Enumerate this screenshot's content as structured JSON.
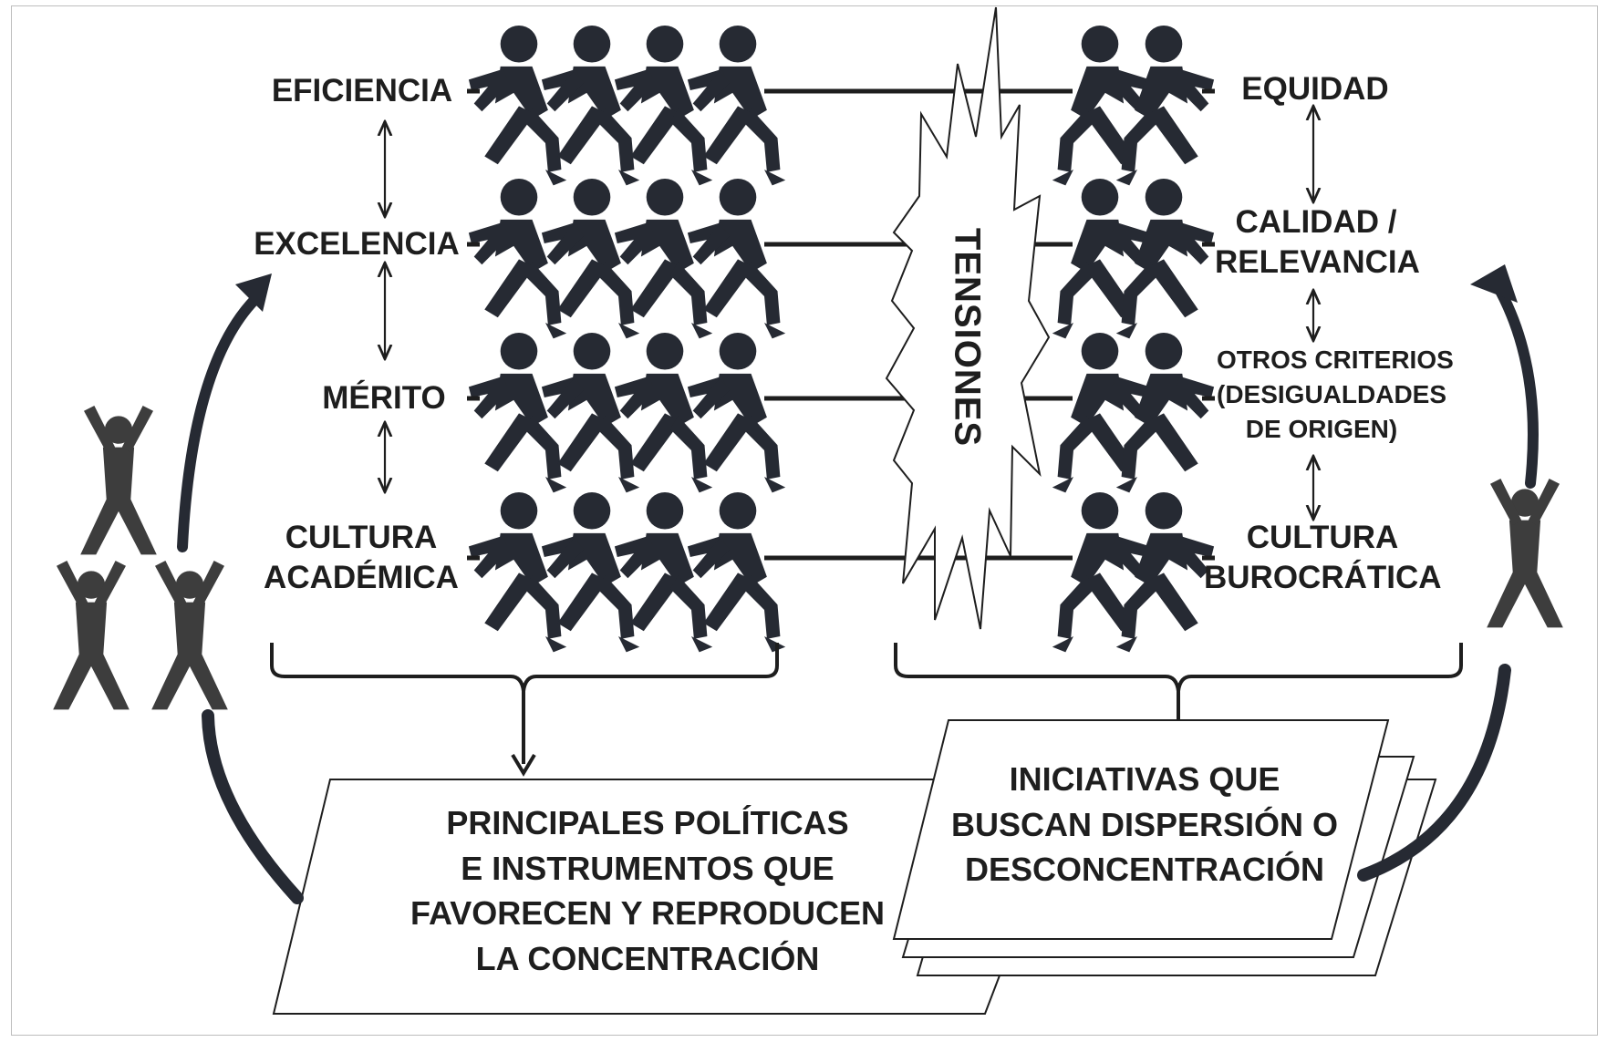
{
  "left_labels": {
    "eficiencia": "EFICIENCIA",
    "excelencia": "EXCELENCIA",
    "merito": "MÉRITO",
    "cultura_academica_line1": "CULTURA",
    "cultura_academica_line2": "ACADÉMICA"
  },
  "right_labels": {
    "equidad": "EQUIDAD",
    "calidad_line1": "CALIDAD /",
    "calidad_line2": "RELEVANCIA",
    "otros_line1": "OTROS CRITERIOS",
    "otros_line2": "(DESIGUALDADES",
    "otros_line3": "DE ORIGEN)",
    "cultura_burocratica_line1": "CULTURA",
    "cultura_burocratica_line2": "BUROCRÁTICA"
  },
  "center_label": "TENSIONES",
  "policies_box": {
    "line1": "PRINCIPALES POLÍTICAS",
    "line2": "E INSTRUMENTOS QUE",
    "line3": "FAVORECEN Y REPRODUCEN",
    "line4": "LA CONCENTRACIÓN"
  },
  "initiatives_box": {
    "line1": "INICIATIVAS QUE",
    "line2": "BUSCAN DISPERSIÓN O",
    "line3": "DESCONCENTRACIÓN"
  },
  "icons": {
    "puller": "tug-of-war-person-icon",
    "cheering": "cheering-person-icon"
  },
  "colors": {
    "figure": "#262a33",
    "cheer": "#3d3d3d",
    "ink": "#1e1e1e"
  }
}
